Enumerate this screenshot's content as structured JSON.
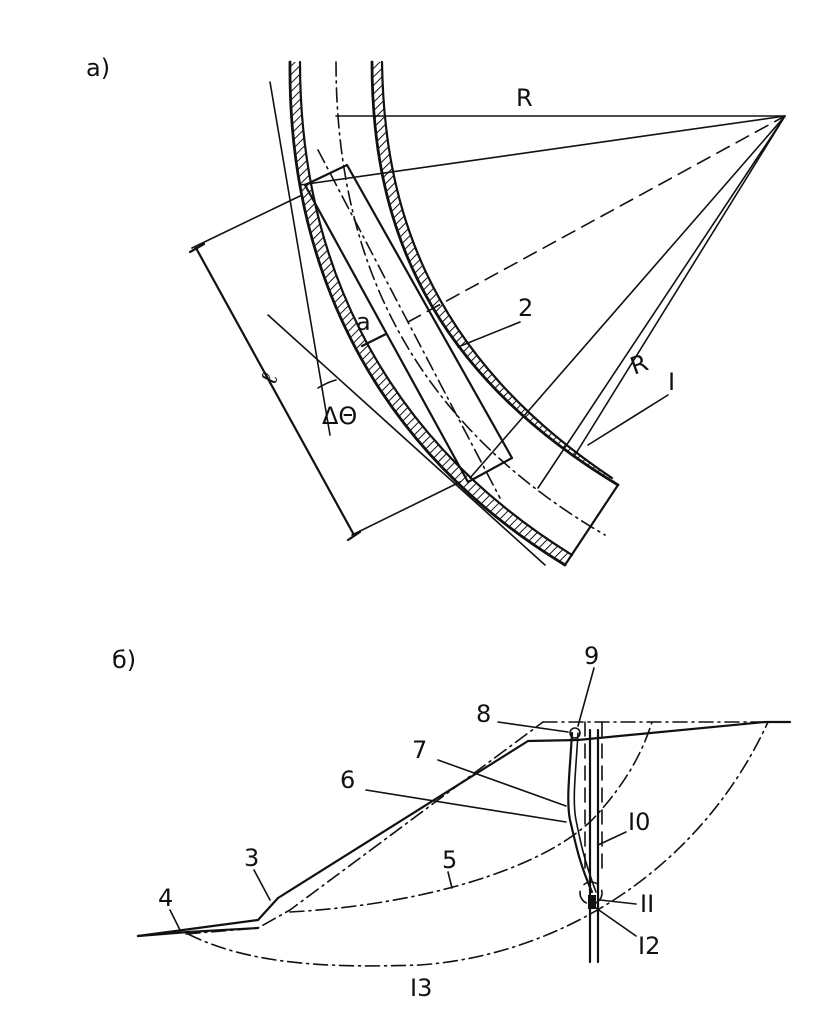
{
  "panel_a": {
    "label": "a)",
    "label_R_top": "R",
    "label_R_side": "R",
    "label_l": "ℓ",
    "label_a": "a",
    "label_dtheta": "ΔΘ",
    "label_2": "2",
    "label_1": "I"
  },
  "panel_b": {
    "label": "б)",
    "labels": {
      "n3": "3",
      "n4": "4",
      "n5": "5",
      "n6": "6",
      "n7": "7",
      "n8": "8",
      "n9": "9",
      "n10": "I0",
      "n11": "II",
      "n12": "I2",
      "n13": "I3"
    }
  }
}
